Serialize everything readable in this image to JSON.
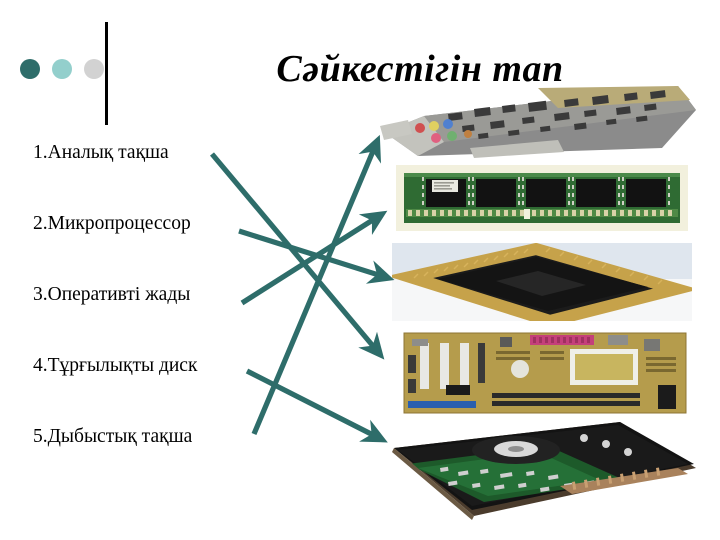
{
  "slide": {
    "title": "Сәйкестігін тап",
    "background_color": "#ffffff",
    "accent_color": "#2e6d6a"
  },
  "decoration": {
    "dots": [
      {
        "name": "dot-dark-teal",
        "color": "#2e6d6a"
      },
      {
        "name": "dot-light-teal",
        "color": "#93cfcc"
      },
      {
        "name": "dot-gray",
        "color": "#d2d2d2"
      }
    ],
    "rule_color": "#000000"
  },
  "list": {
    "items": [
      {
        "number": "1.",
        "label": "1.Аналық тақша"
      },
      {
        "number": "2.",
        "label": "2.Микропроцессор"
      },
      {
        "number": "3.",
        "label": "3.Оперативті жады"
      },
      {
        "number": "4.",
        "label": "4.Тұрғылықты диск"
      },
      {
        "number": "5.",
        "label": "5.Дыбыстық тақша"
      }
    ]
  },
  "images": [
    {
      "name": "sound-card-photo",
      "depicts": "sound card expansion board"
    },
    {
      "name": "ram-module-photo",
      "depicts": "RAM memory module (DIMM)"
    },
    {
      "name": "cpu-photo",
      "depicts": "microprocessor CPU with gold pins"
    },
    {
      "name": "motherboard-photo",
      "depicts": "motherboard"
    },
    {
      "name": "hard-disk-photo",
      "depicts": "hard disk drive circuit board side"
    }
  ],
  "arrows": {
    "color": "#2e6d6a",
    "connections": [
      {
        "from_item": 1,
        "to_image": "motherboard-photo"
      },
      {
        "from_item": 2,
        "to_image": "cpu-photo"
      },
      {
        "from_item": 3,
        "to_image": "ram-module-photo"
      },
      {
        "from_item": 4,
        "to_image": "hard-disk-photo"
      },
      {
        "from_item": 5,
        "to_image": "sound-card-photo"
      }
    ]
  }
}
